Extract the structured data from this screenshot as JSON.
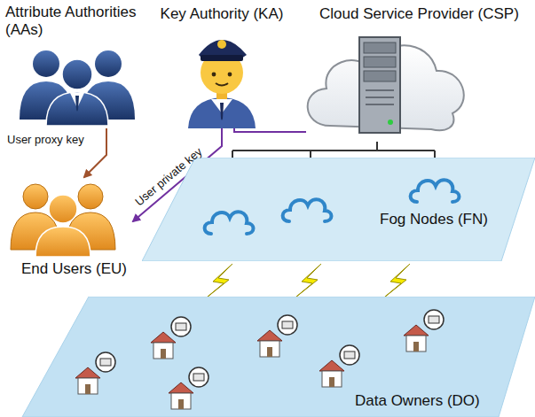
{
  "diagram": {
    "nodes": [
      {
        "text": [
          "Attribute Authorities (AAs)"
        ]
      },
      {
        "text": [
          "Key Authority (KA)"
        ]
      },
      {
        "text": [
          "Cloud Service Provider (CSP)"
        ]
      },
      {
        "text": [
          "End Users (EU)"
        ]
      },
      {
        "text": [
          "Fog Nodes (FN)"
        ]
      },
      {
        "text": [
          "Data Owners (DO)"
        ]
      }
    ],
    "edges": [
      {
        "from": 0,
        "to": 3,
        "label": "User proxy key",
        "arrow": "to"
      },
      {
        "from": 1,
        "to": 3,
        "label": "User private key",
        "arrow": "to"
      },
      {
        "from": 1,
        "to": 2,
        "arrow": "none"
      },
      {
        "from": 2,
        "to": 4,
        "arrow": "none"
      }
    ]
  }
}
